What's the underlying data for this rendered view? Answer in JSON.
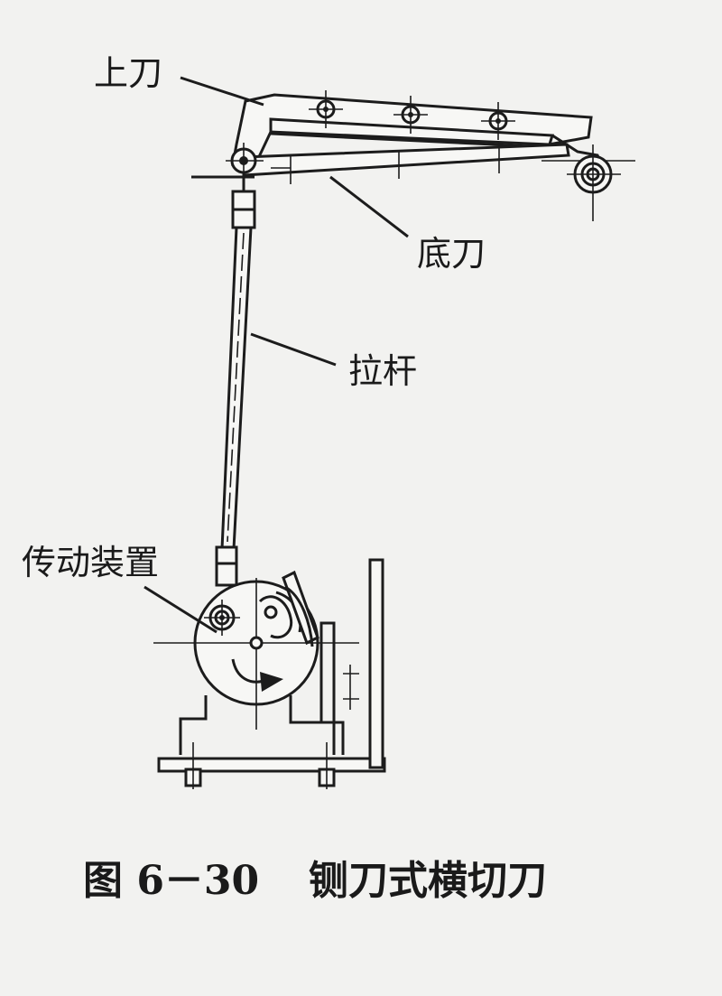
{
  "labels": {
    "upper_blade": "上刀",
    "bottom_blade": "底刀",
    "pull_rod": "拉杆",
    "transmission": "传动装置"
  },
  "caption": {
    "figure_number": "图 6－30",
    "title": "铡刀式横切刀"
  }
}
